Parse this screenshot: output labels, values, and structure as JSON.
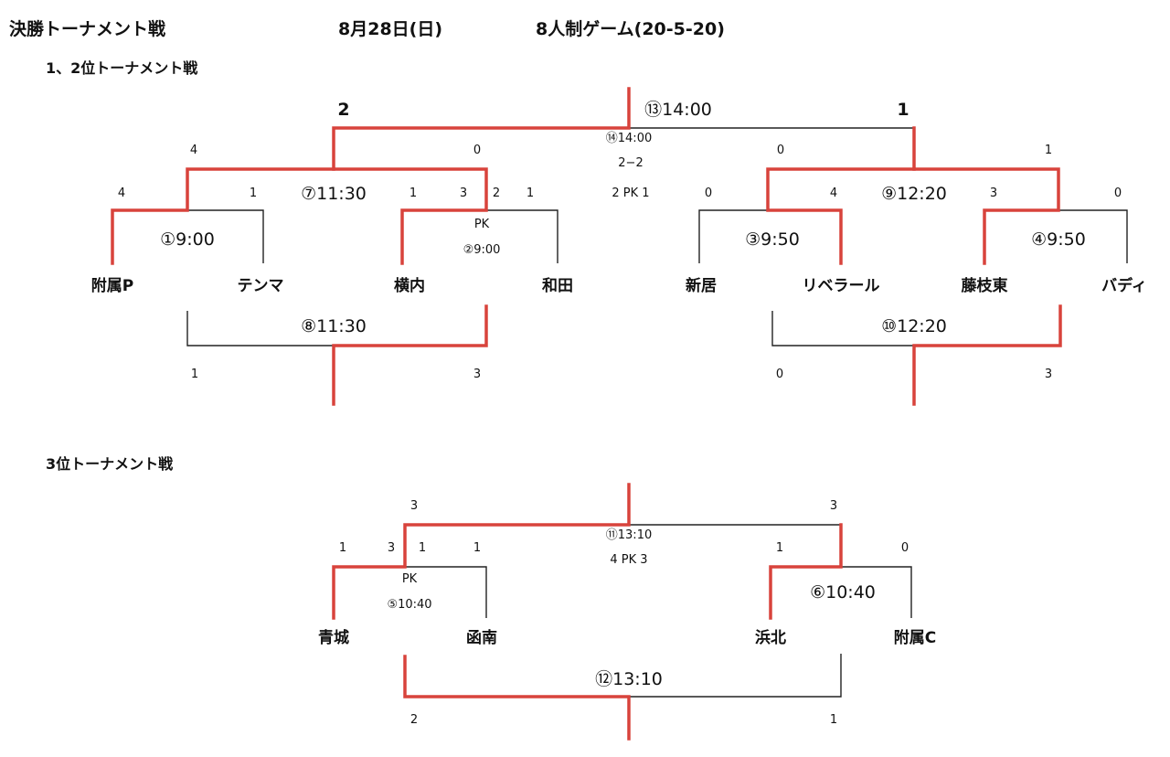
{
  "header": {
    "title": "決勝トーナメント戦",
    "date": "8月28日(日)",
    "format": "8人制ゲーム(20-5-20)"
  },
  "section1": {
    "title": "1、2位トーナメント戦",
    "teams": [
      "附属P",
      "テンマ",
      "横内",
      "和田",
      "新居",
      "リベラール",
      "藤枝東",
      "バディ"
    ],
    "matches": {
      "m1": "①9:00",
      "m2": "②9:00",
      "m2_pk": "PK",
      "m3": "③9:50",
      "m4": "④9:50",
      "m7": "⑦11:30",
      "m8": "⑧11:30",
      "m9": "⑨12:20",
      "m10": "⑩12:20",
      "m13": "⑬14:00",
      "m14": "⑭14:00",
      "m14_score": "2−2",
      "m14_pk": "2 PK 1"
    },
    "scores": {
      "r1": [
        "4",
        "1",
        "1",
        "3",
        "2",
        "1",
        "0",
        "4",
        "3",
        "0"
      ],
      "r2": [
        "4",
        "0",
        "0",
        "1"
      ],
      "final": [
        "2",
        "1"
      ],
      "bottom": [
        "1",
        "3",
        "0",
        "3"
      ]
    }
  },
  "section2": {
    "title": "3位トーナメント戦",
    "teams": [
      "青城",
      "函南",
      "浜北",
      "附属C"
    ],
    "matches": {
      "m5": "⑤10:40",
      "m5_pk": "PK",
      "m6": "⑥10:40",
      "m11": "⑪13:10",
      "m11_pk": "4 PK 3",
      "m12": "⑫13:10"
    },
    "scores": {
      "r1": [
        "1",
        "3",
        "1",
        "1",
        "1",
        "0"
      ],
      "final": [
        "3",
        "3"
      ],
      "bottom": [
        "2",
        "1"
      ]
    }
  }
}
